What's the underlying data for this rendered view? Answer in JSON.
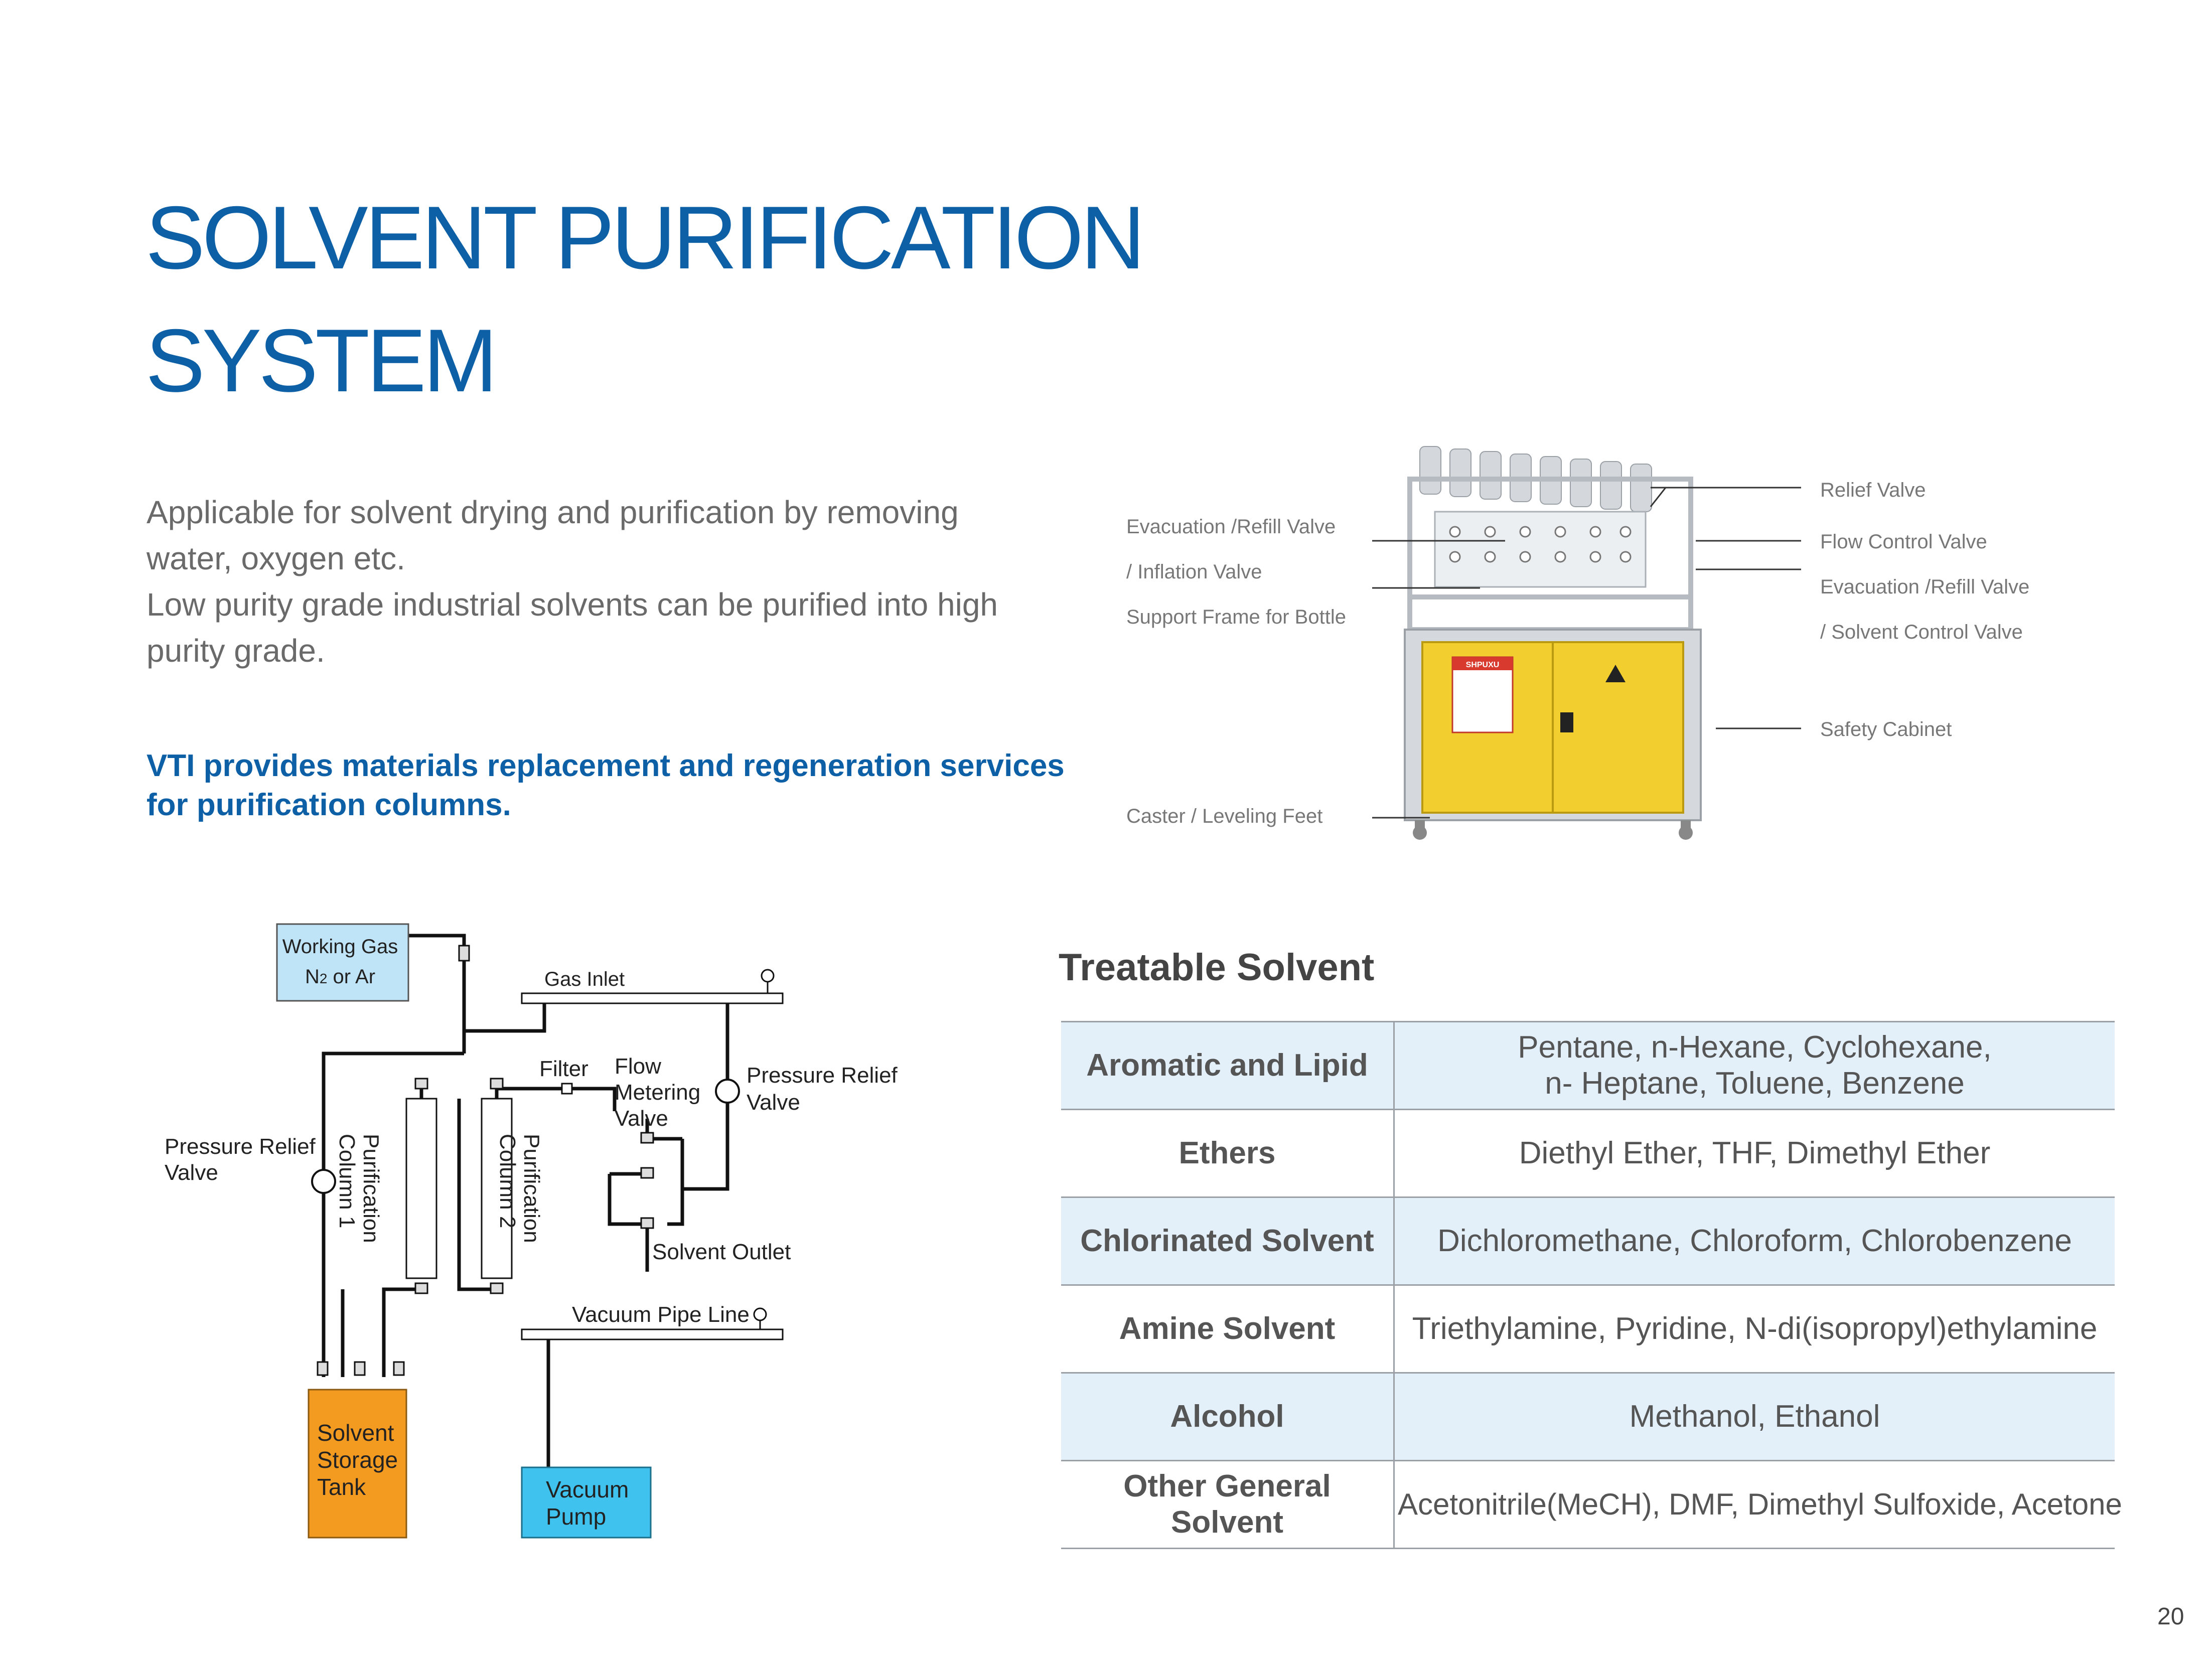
{
  "title": {
    "line1": "SOLVENT PURIFICATION",
    "line2": "SYSTEM"
  },
  "intro": {
    "p1": "Applicable for solvent drying and purification by removing water, oxygen etc.",
    "p2": "Low purity grade industrial solvents can be purified into high purity grade."
  },
  "vti_note": "VTI provides materials replacement and regeneration services for purification columns.",
  "photo_labels": {
    "left": [
      "Evacuation /Refill Valve",
      "/ Inflation Valve",
      "Support Frame for Bottle",
      "Caster / Leveling Feet"
    ],
    "right": [
      "Relief Valve",
      "Flow Control Valve",
      "Evacuation /Refill Valve",
      "/ Solvent Control Valve",
      "Safety Cabinet"
    ]
  },
  "cabinet_label": "SHPUXU",
  "diagram": {
    "working_gas_1": "Working Gas",
    "working_gas_2a": "N",
    "working_gas_2sub": "2",
    "working_gas_2b": " or Ar",
    "gas_inlet": "Gas  Inlet",
    "filter": "Filter",
    "flow_1": "Flow",
    "flow_2": "Metering",
    "flow_3": "Valve",
    "prv_right_1": "Pressure Relief",
    "prv_right_2": "Valve",
    "prv_left_1": "Pressure Relief",
    "prv_left_2": "Valve",
    "col1_1": "Purification",
    "col1_2": "Column 1",
    "col2_1": "Purification",
    "col2_2": "Column 2",
    "solvent_outlet": "Solvent Outlet",
    "vacuum_line": "Vacuum Pipe Line",
    "tank_1": "Solvent",
    "tank_2": "Storage",
    "tank_3": "Tank",
    "pump_1": "Vacuum",
    "pump_2": "Pump",
    "colors": {
      "gas_box": "#bfe3f7",
      "tank": "#f39a21",
      "pump": "#3fc2ee"
    }
  },
  "treatable": {
    "heading": "Treatable Solvent",
    "rows": [
      {
        "category": "Aromatic and Lipid",
        "line1": "Pentane, n-Hexane, Cyclohexane,",
        "line2": "n- Heptane, Toluene, Benzene"
      },
      {
        "category": "Ethers",
        "line1": "Diethyl Ether, THF, Dimethyl Ether",
        "line2": ""
      },
      {
        "category": "Chlorinated Solvent",
        "line1": "Dichloromethane, Chloroform, Chlorobenzene",
        "line2": ""
      },
      {
        "category": "Amine Solvent",
        "line1": "Triethylamine, Pyridine, N-di(isopropyl)ethylamine",
        "line2": ""
      },
      {
        "category": "Alcohol",
        "line1": "Methanol, Ethanol",
        "line2": ""
      },
      {
        "category": "Other General Solvent",
        "line1": "Acetonitrile(MeCH), DMF, Dimethyl Sulfoxide, Acetone",
        "line2": ""
      }
    ]
  },
  "page_number": "20",
  "colors": {
    "accent": "#0d5fa6",
    "table_shade": "#e3eff9",
    "cabinet": "#f2cf2e"
  }
}
